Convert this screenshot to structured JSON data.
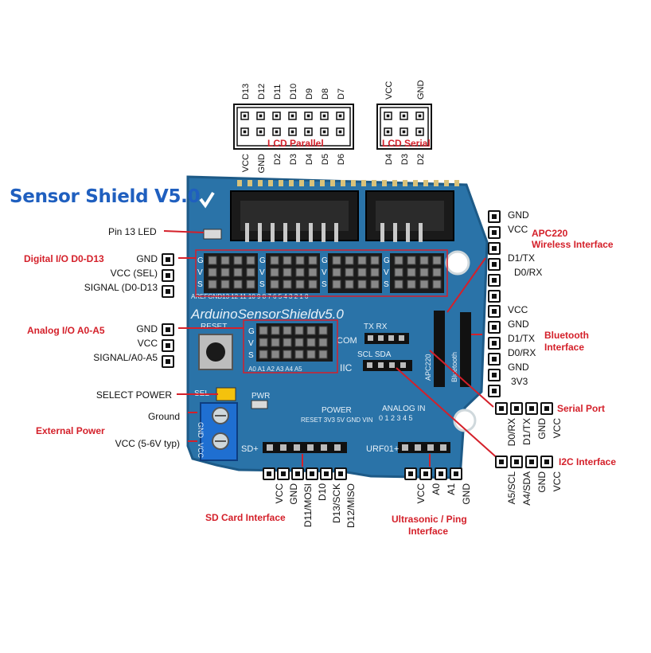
{
  "title": "Sensor Shield V5.0",
  "board": {
    "silk_title": "ArduinoSensorShieldv5.0",
    "reset": "RESET",
    "com": "COM",
    "txrx": "TX RX",
    "iic": "IIC",
    "sclsda": "SCL SDA",
    "apc": "APC220",
    "bluetooth": "Bluetooth",
    "sel": "SEL",
    "pwr": "PWR",
    "gnd": "GND",
    "vcc": "VCC",
    "sd": "SD+",
    "power": "POWER",
    "power_pins": "RESET 3V3 5V GND VIN",
    "analog": "ANALOG IN",
    "analog_nums": "0 1 2 3 4 5",
    "urf": "URF01+",
    "digital_nums": "AREFGND13 12   11 10 9 8    7 6 5 4    3 2 1 0",
    "analog_row": "A0 A1 A2 A3 A4 A5",
    "gvs": [
      "G",
      "V",
      "S"
    ]
  },
  "lcd_parallel": {
    "label": "LCD Parallel",
    "top": [
      "D13",
      "D12",
      "D11",
      "D10",
      "D9",
      "D8",
      "D7"
    ],
    "bottom": [
      "VCC",
      "GND",
      "D2",
      "D3",
      "D4",
      "D5",
      "D6"
    ]
  },
  "lcd_serial": {
    "label": "LCD Serial",
    "top": [
      "VCC",
      "",
      "GND"
    ],
    "bottom": [
      "D4",
      "D3",
      "D2"
    ]
  },
  "pin13": "Pin 13 LED",
  "digital": {
    "label": "Digital I/O D0-D13",
    "pins": [
      "GND",
      "VCC (SEL)",
      "SIGNAL (D0-D13"
    ]
  },
  "analog_io": {
    "label": "Analog I/O A0-A5",
    "pins": [
      "GND",
      "VCC",
      "SIGNAL/A0-A5"
    ]
  },
  "power": {
    "select": "SELECT POWER",
    "ground": "Ground",
    "external": "External Power",
    "vcc": "VCC (5-6V typ)"
  },
  "apc220": {
    "label1": "APC220",
    "label2": "Wireless Interface",
    "pins": [
      "GND",
      "VCC",
      "",
      "D1/TX",
      "D0/RX",
      ""
    ]
  },
  "bluetooth": {
    "label1": "Bluetooth",
    "label2": "Interface",
    "pins": [
      "VCC",
      "GND",
      "D1/TX",
      "D0/RX",
      "GND",
      "3V3"
    ]
  },
  "serial_port": {
    "label": "Serial Port",
    "pins": [
      "D0/RX",
      "D1/TX",
      "GND",
      "VCC"
    ]
  },
  "i2c": {
    "label": "I2C Interface",
    "pins": [
      "A5/SCL",
      "A4/SDA",
      "GND",
      "VCC"
    ]
  },
  "sd_card": {
    "label": "SD Card Interface",
    "pins": [
      "VCC",
      "GND",
      "D11/MOSI",
      "D10",
      "D13/SCK",
      "D12/MISO"
    ]
  },
  "ultrasonic": {
    "label1": "Ultrasonic / Ping",
    "label2": "Interface",
    "pins": [
      "VCC",
      "A0",
      "A1",
      "GND"
    ]
  },
  "colors": {
    "title": "#1f5fbf",
    "accent": "#d4202a",
    "board": "#2a73a8",
    "board_dark": "#1d5a87"
  }
}
